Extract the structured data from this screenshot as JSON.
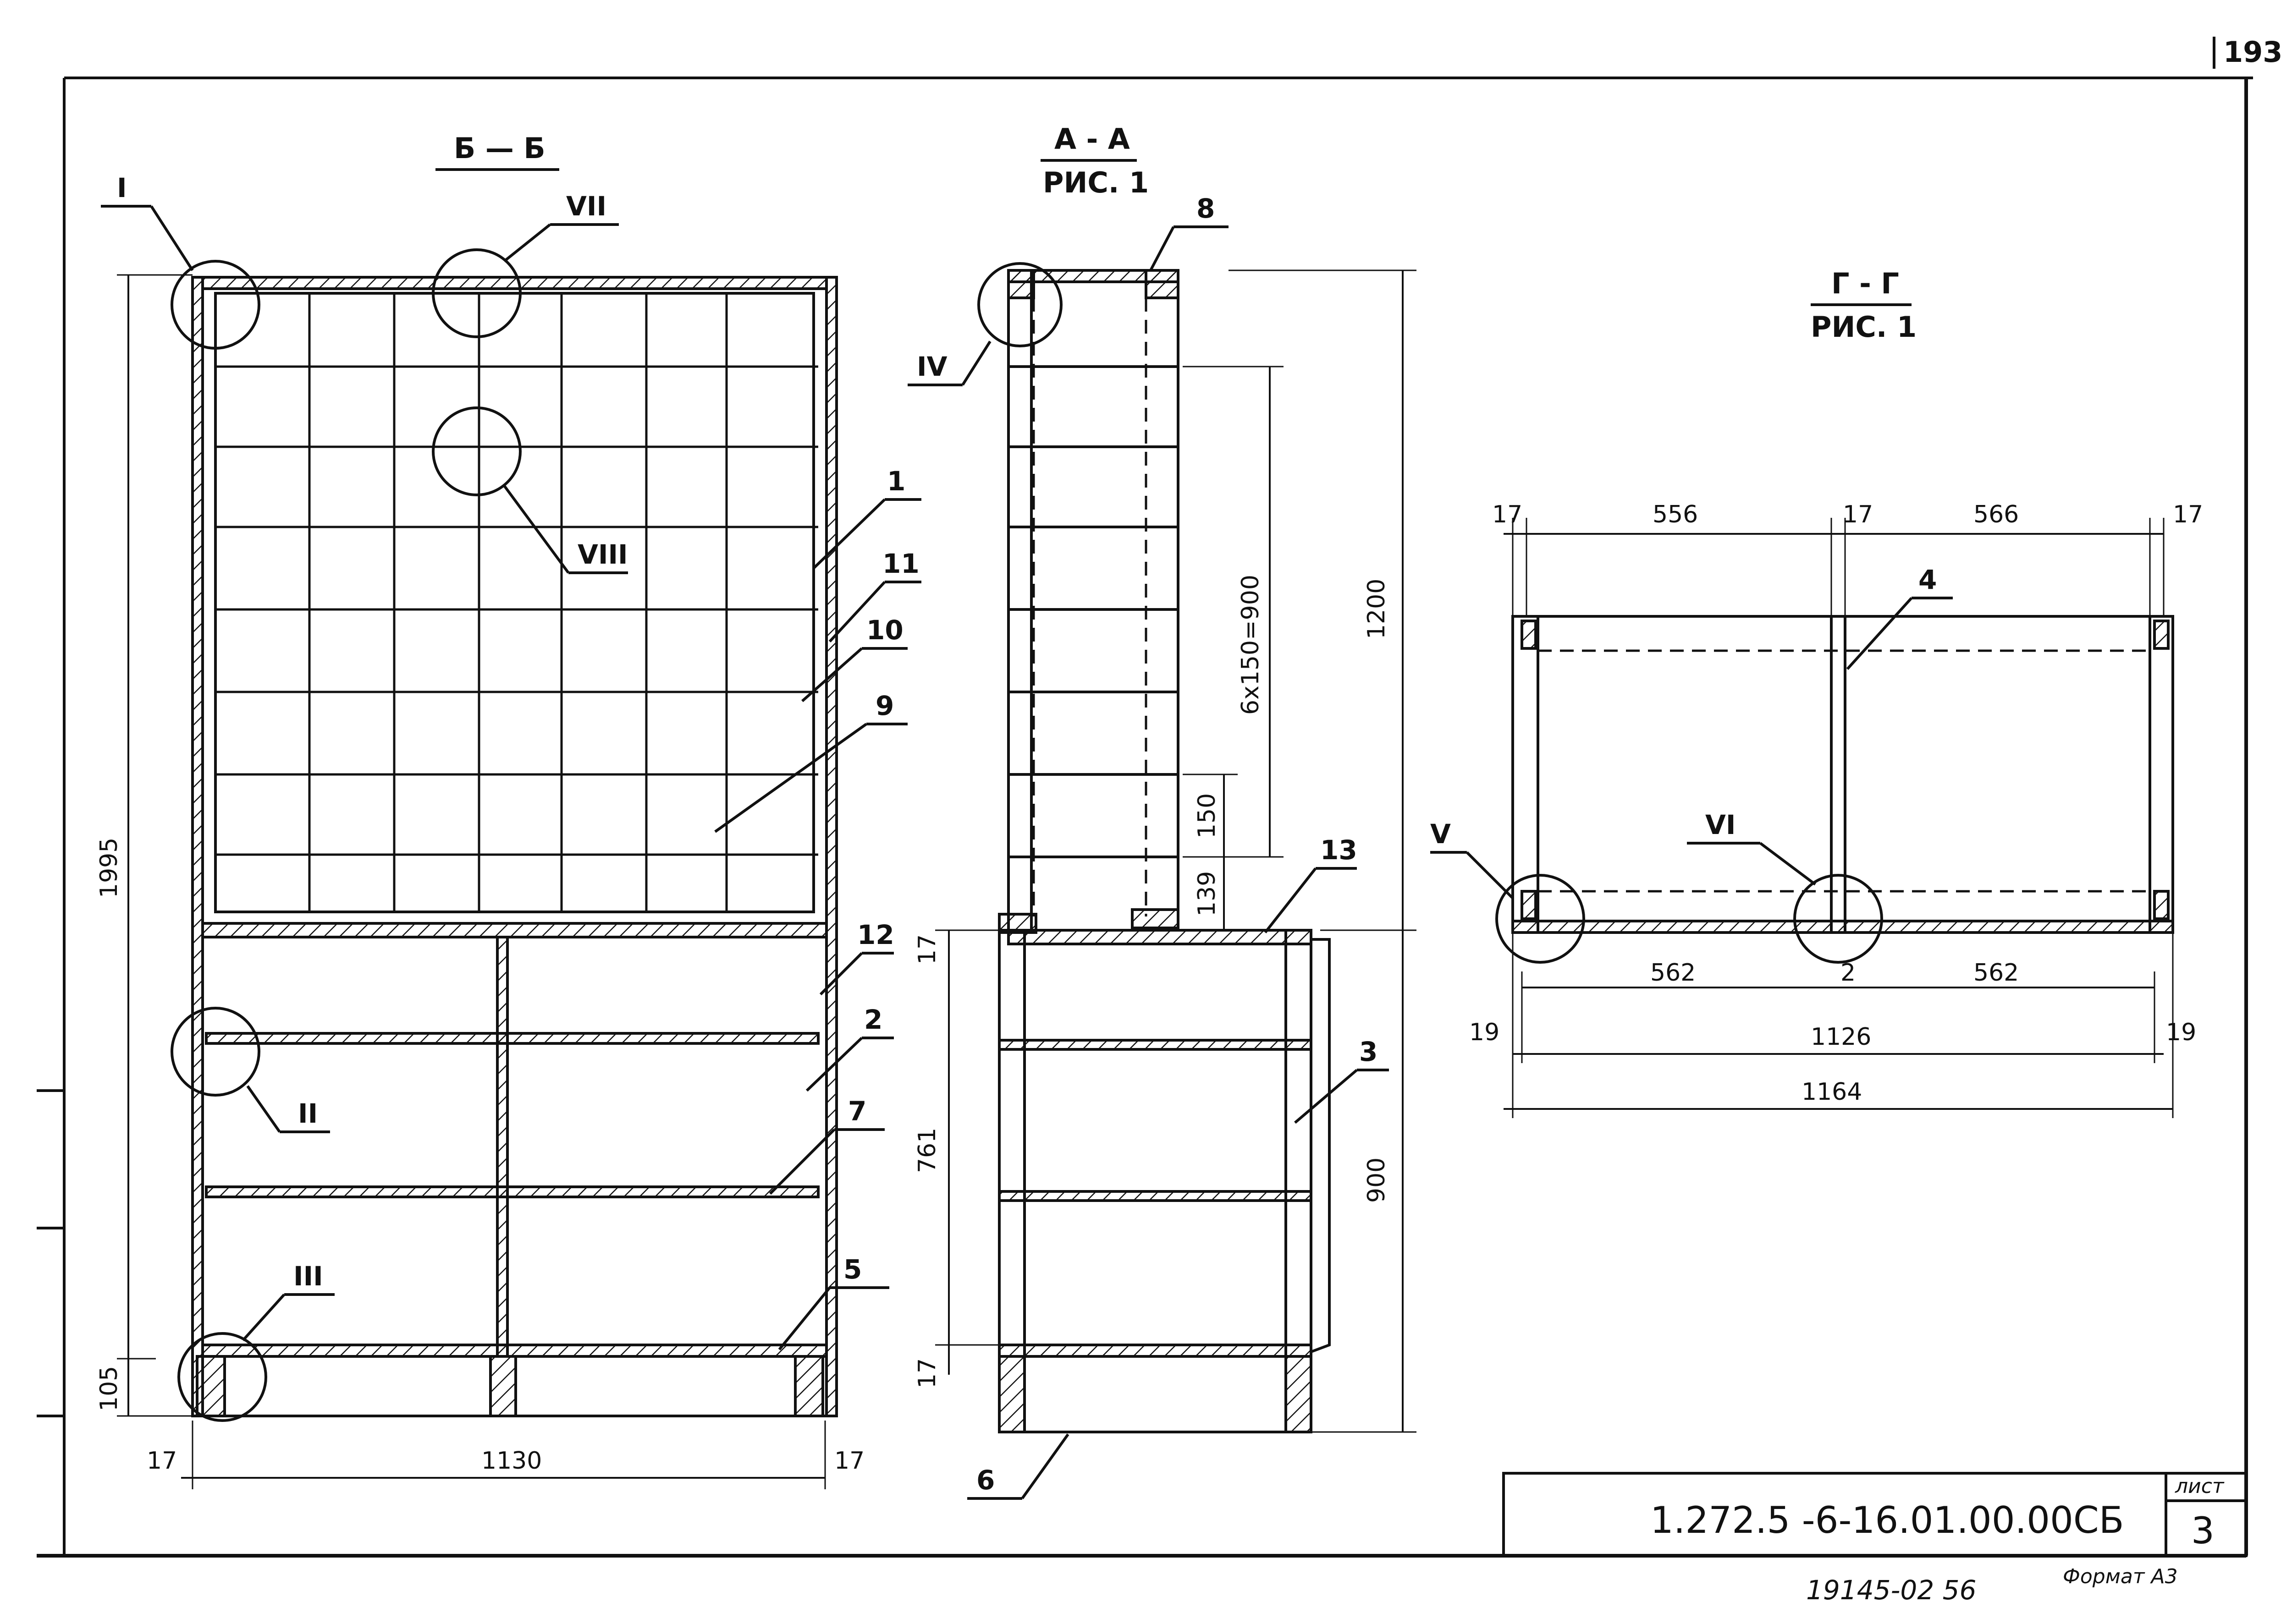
{
  "sheet": {
    "page_number": "193",
    "document_code": "1.272.5 -6-16.01.00.00СБ",
    "sheet_label": "лист",
    "sheet_number": "3",
    "inventory": "19145-02  56",
    "format_label": "Формат А3"
  },
  "views": {
    "bb": {
      "title": "Б — Б",
      "callouts": {
        "i": "I",
        "ii": "II",
        "iii": "III",
        "vii": "VII",
        "viii": "VIII"
      },
      "parts": {
        "p1": "1",
        "p11": "11",
        "p10": "10",
        "p9": "9",
        "p12": "12",
        "p2": "2",
        "p7": "7",
        "p5": "5"
      },
      "dims": {
        "height": "1995",
        "base": "105",
        "width": "1130",
        "left_side": "17",
        "right_side": "17"
      }
    },
    "aa": {
      "title": "А - А",
      "subtitle": "РИС. 1",
      "callouts": {
        "iv": "IV"
      },
      "parts": {
        "p8": "8",
        "p13": "13",
        "p3": "3",
        "p6": "6"
      },
      "dims": {
        "total": "1200",
        "spacing": "6х150=900",
        "gap": "150",
        "gap2": "139",
        "top_sheet": "17",
        "bottom_sheet": "17",
        "lower": "761",
        "cabinet": "900"
      }
    },
    "gg": {
      "title": "Г - Г",
      "subtitle": "РИС. 1",
      "callouts": {
        "v": "V",
        "vi": "VI"
      },
      "parts": {
        "p4": "4"
      },
      "dims": {
        "t1": "17",
        "w1": "556",
        "t2": "17",
        "w2": "566",
        "t3": "17",
        "b1": "562",
        "b2": "2",
        "b3": "562",
        "e1": "19",
        "inner": "1126",
        "e2": "19",
        "outer": "1164"
      }
    }
  }
}
